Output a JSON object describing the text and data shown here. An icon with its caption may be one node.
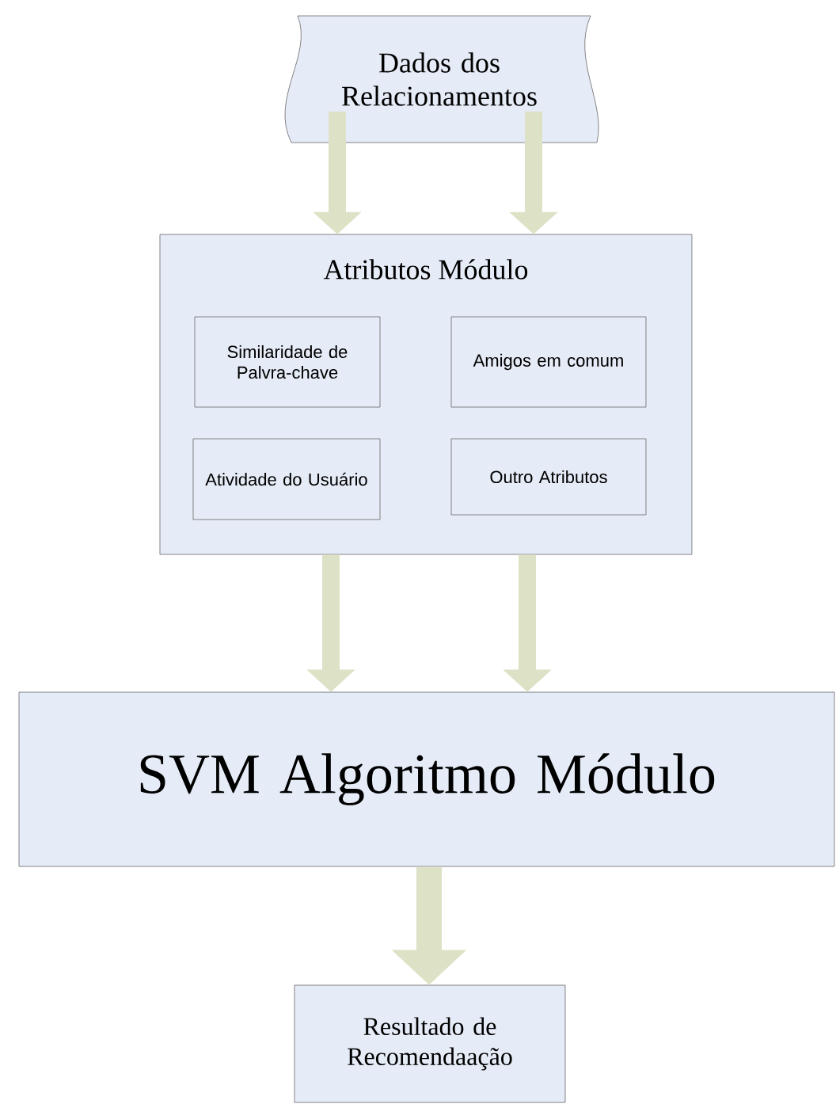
{
  "diagram": {
    "nodes": [
      {
        "text": [
          "Dados dos Relacionamentos"
        ]
      },
      {
        "text": [
          "Atributos Módulo"
        ]
      },
      {
        "text": [
          "Similaridade de Palvra-chave"
        ],
        "in": 1
      },
      {
        "text": [
          "Amigos em comum"
        ],
        "in": 1
      },
      {
        "text": [
          "Atividade do Usuário"
        ],
        "in": 1
      },
      {
        "text": [
          "Outro Atributos"
        ],
        "in": 1
      },
      {
        "text": [
          "SVM Algoritmo Módulo"
        ]
      },
      {
        "text": [
          "Resultado de Recomendaação"
        ]
      }
    ],
    "edges": [
      {
        "from": 0,
        "to": 1,
        "arrow": "to"
      },
      {
        "from": 0,
        "to": 1,
        "arrow": "to"
      },
      {
        "from": 1,
        "to": 6,
        "arrow": "to"
      },
      {
        "from": 1,
        "to": 6,
        "arrow": "to"
      },
      {
        "from": 6,
        "to": 7,
        "arrow": "to"
      }
    ]
  }
}
